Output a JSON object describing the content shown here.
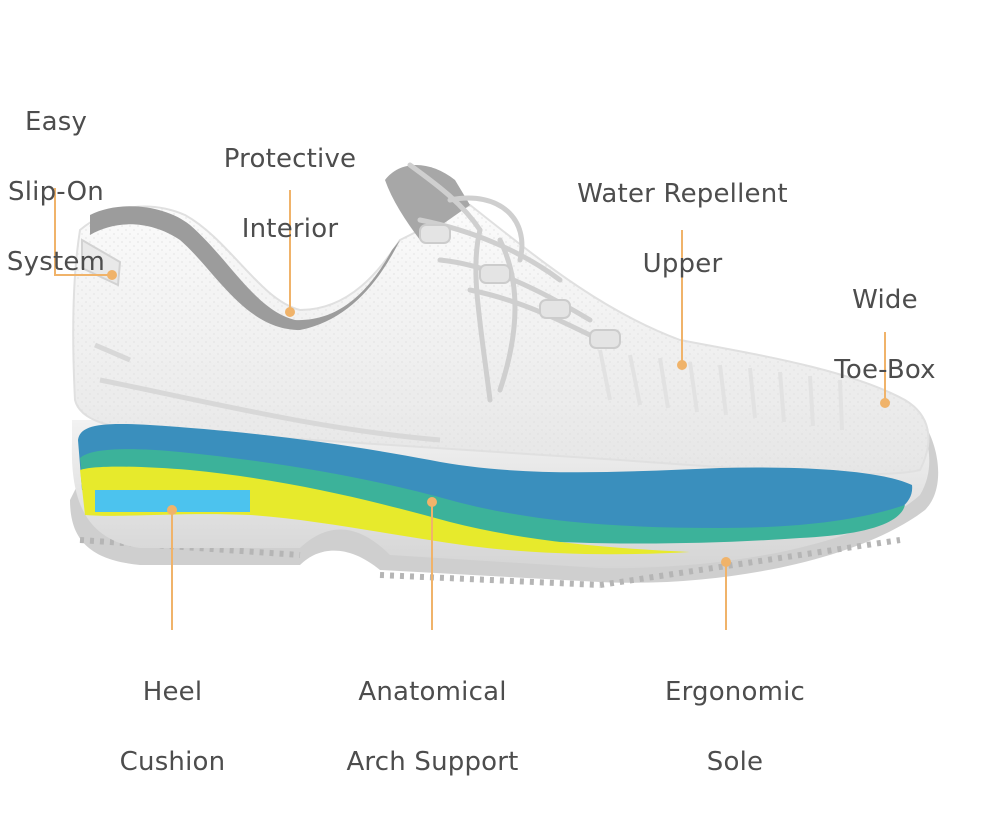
{
  "colors": {
    "leader_line": "#f0b36a",
    "leader_dot": "#f0b36a",
    "label_text": "#4d4d4d",
    "upper": "#f4f4f4",
    "collar_lining": "#9b9b9b",
    "midsole_blue": "#3a8fbd",
    "midsole_teal": "#3cb29a",
    "midsole_yellow": "#e7ea2c",
    "heel_pad": "#4cc3ee",
    "outsole": "#c9c9c9"
  },
  "callouts": {
    "slip_on": {
      "line1": "Easy",
      "line2": "Slip-On",
      "line3": "System"
    },
    "interior": {
      "line1": "Protective",
      "line2": "Interior"
    },
    "upper": {
      "line1": "Water Repellent",
      "line2": "Upper"
    },
    "toe_box": {
      "line1": "Wide",
      "line2": "Toe-Box"
    },
    "heel": {
      "line1": "Heel",
      "line2": "Cushion"
    },
    "arch": {
      "line1": "Anatomical",
      "line2": "Arch Support"
    },
    "sole": {
      "line1": "Ergonomic",
      "line2": "Sole"
    }
  }
}
